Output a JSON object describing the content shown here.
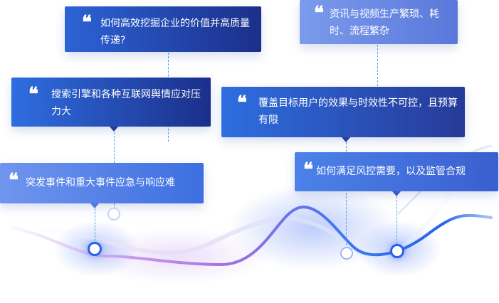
{
  "challenges": [
    {
      "id": "value",
      "text": "如何高效挖掘企业的价值并高质量传递?"
    },
    {
      "id": "search",
      "text": "搜索引擎和各种互联网舆情应对压力大"
    },
    {
      "id": "emergency",
      "text": "突发事件和重大事件应急与响应难"
    },
    {
      "id": "production",
      "text": "资讯与视频生产繁琐、耗时、流程繁杂"
    },
    {
      "id": "coverage",
      "text": "覆盖目标用户的效果与时效性不可控，且预算有限"
    },
    {
      "id": "compliance",
      "text": "如何满足风控需要，以及监管合规"
    }
  ],
  "quote_glyph": "❝",
  "colors": {
    "dark_navy": "#1b2f8a",
    "royal_blue": "#2c63d6",
    "light_blue": "#6f95ee",
    "wave_purple": "#b077e6",
    "wave_blue": "#3a78f0",
    "dot_line": "#4aa8ee"
  }
}
